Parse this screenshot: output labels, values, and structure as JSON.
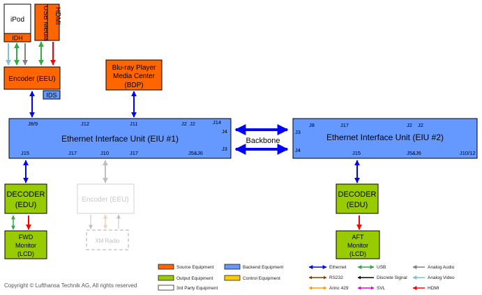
{
  "colors": {
    "source": "#ff6600",
    "backend": "#6699ff",
    "output": "#99cc00",
    "control": "#ffcc00",
    "third_party": "#ffffff",
    "ethernet": "#0000ff",
    "usb": "#33aa44",
    "analog_audio": "#808080",
    "rs232": "#7f3f00",
    "discrete": "#000000",
    "analog_video": "#80c0d8",
    "arinc429": "#ff9900",
    "svl": "#dd00dd",
    "hdmi": "#ff0000",
    "ghost": "#bfbfbf"
  },
  "sources": {
    "ipod": "iPod",
    "idh": "IDH",
    "usb_media": "USB Media",
    "hdmi": "HDMI",
    "encoder": "Encoder (EEU)",
    "ids": "IDS",
    "bluray_line1": "Blu-ray Player",
    "bluray_line2": "Media Center",
    "bluray_line3": "(BDP)"
  },
  "eiu1": {
    "title": "Ethernet Interface Unit (EIU #1)",
    "ports": [
      "J8/9",
      "J12",
      "J11",
      "J2",
      "J2",
      "J14",
      "J4",
      "J3",
      "J15",
      "J17",
      "J10",
      "J17",
      "J5&J6"
    ]
  },
  "eiu2": {
    "title": "Ethernet Interface Unit (EIU #2)",
    "ports": [
      "J3",
      "J8",
      "J17",
      "J2",
      "J2",
      "J4",
      "J15",
      "J5&J6",
      "J10/12"
    ]
  },
  "backbone": "Backbone",
  "decoder1": {
    "line1": "DECODER",
    "line2": "(EDU)"
  },
  "decoder2": {
    "line1": "DECODER",
    "line2": "(EDU)"
  },
  "fwd": {
    "line1": "FWD",
    "line2": "Monitor",
    "line3": "(LCD)"
  },
  "aft": {
    "line1": "AFT",
    "line2": "Monitor",
    "line3": "(LCD)"
  },
  "ghost_encoder": "Encoder (EEU)",
  "ghost_xm": "XM Radio",
  "legend_equipment": [
    {
      "label": "Source Equipment",
      "color": "#ff6600"
    },
    {
      "label": "Backend Equipment",
      "color": "#6699ff"
    },
    {
      "label": "Output Equipment",
      "color": "#99cc00"
    },
    {
      "label": "Control Equipment",
      "color": "#ffcc00"
    },
    {
      "label": "3rd Party Equipment",
      "color": "#ffffff"
    }
  ],
  "legend_signals": [
    {
      "label": "Ethernet",
      "color": "#0000ff",
      "style": "both"
    },
    {
      "label": "USB",
      "color": "#33aa44",
      "style": "both"
    },
    {
      "label": "Analog Audio",
      "color": "#808080",
      "style": "left"
    },
    {
      "label": "RS232",
      "color": "#7f3f00",
      "style": "both"
    },
    {
      "label": "Discrete Signal",
      "color": "#000000",
      "style": "left"
    },
    {
      "label": "Analog Video",
      "color": "#80c0d8",
      "style": "left"
    },
    {
      "label": "Arinc 429",
      "color": "#ff9900",
      "style": "both"
    },
    {
      "label": "SVL",
      "color": "#dd00dd",
      "style": "both"
    },
    {
      "label": "HDMI",
      "color": "#ff0000",
      "style": "left"
    }
  ],
  "copyright": "Copyright © Lufthansa Technik AG, All rights reserved"
}
